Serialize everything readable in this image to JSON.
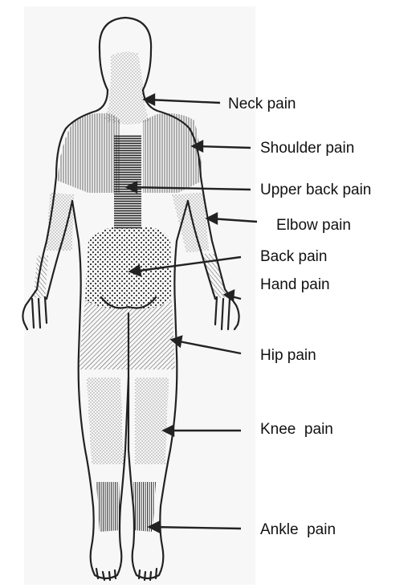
{
  "diagram": {
    "figure": "human-body-back-view",
    "ink_color": "#222222",
    "label_color": "#111111",
    "labels": {
      "neck": "Neck pain",
      "shoulder": "Shoulder pain",
      "upper_back": "Upper back pain",
      "elbow": "Elbow pain",
      "back": "Back pain",
      "hand": "Hand pain",
      "hip": "Hip pain",
      "knee": "Knee  pain",
      "ankle": "Ankle  pain"
    }
  }
}
